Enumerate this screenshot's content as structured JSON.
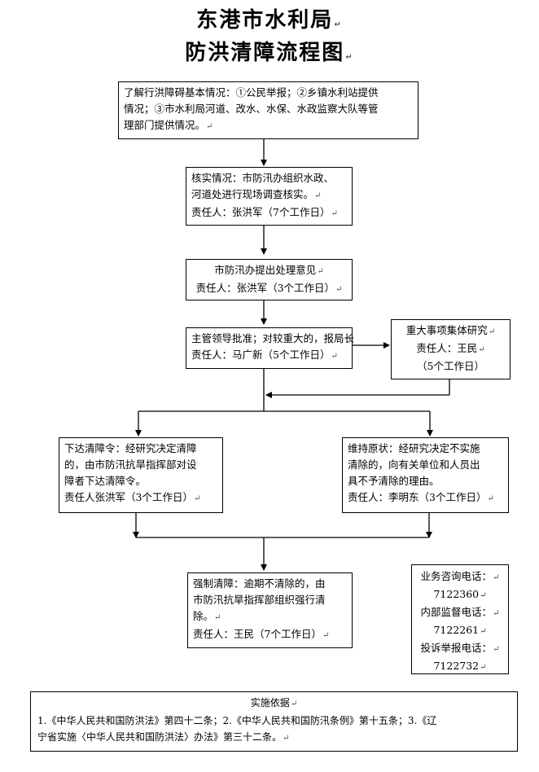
{
  "header": {
    "title_line1": "东港市水利局",
    "title_line2": "防洪清障流程图"
  },
  "nodes": {
    "step1": {
      "line1": "了解行洪障碍基本情况：①公民举报；②乡镇水利站提供",
      "line2": "情况；③市水利局河道、改水、水保、水政监察大队等管",
      "line3": "理部门提供情况。"
    },
    "step2": {
      "line1": "核实情况：市防汛办组织水政、",
      "line2": "河道处进行现场调查核实。",
      "line3": "责任人：张洪军（7个工作日）"
    },
    "step3": {
      "line1": "市防汛办提出处理意见",
      "line2": "责任人：张洪军（3个工作日）"
    },
    "step4": {
      "line1": "主管领导批准；对较重大的，报局长",
      "line2": "责任人：马广新（5个工作日）"
    },
    "major": {
      "line1": "重大事项集体研究",
      "line2": "责任人：王民",
      "line3": "（5个工作日）"
    },
    "left_branch": {
      "line1": "下达清障令：经研究决定清障",
      "line2": "的，由市防汛抗旱指挥部对设",
      "line3": "障者下达清障令。",
      "line4": "责任人张洪军（3个工作日）"
    },
    "right_branch": {
      "line1": "维持原状：经研究决定不实施",
      "line2": "清除的，向有关单位和人员出",
      "line3": "具不予清除的理由。",
      "line4": "责任人：李明东（3个工作日）"
    },
    "forced": {
      "line1": "强制清障：逾期不清除的，由",
      "line2": "市防汛抗旱指挥部组织强行清",
      "line3": "除。",
      "line4": "责任人：王民（7个工作日）"
    }
  },
  "contact": {
    "consult_label": "业务咨询电话：",
    "consult_number": "7122360",
    "supervise_label": "内部监督电话：",
    "supervise_number": "7122261",
    "report_label": "投诉举报电话：",
    "report_number": "7122732"
  },
  "basis": {
    "title": "实施依据",
    "line1": "1.《中华人民共和国防洪法》第四十二条；2.《中华人民共和国防汛条例》第十五条；3.《辽",
    "line2": "宁省实施〈中华人民共和国防洪法〉办法》第三十二条。"
  },
  "paragraph_mark": "↵"
}
